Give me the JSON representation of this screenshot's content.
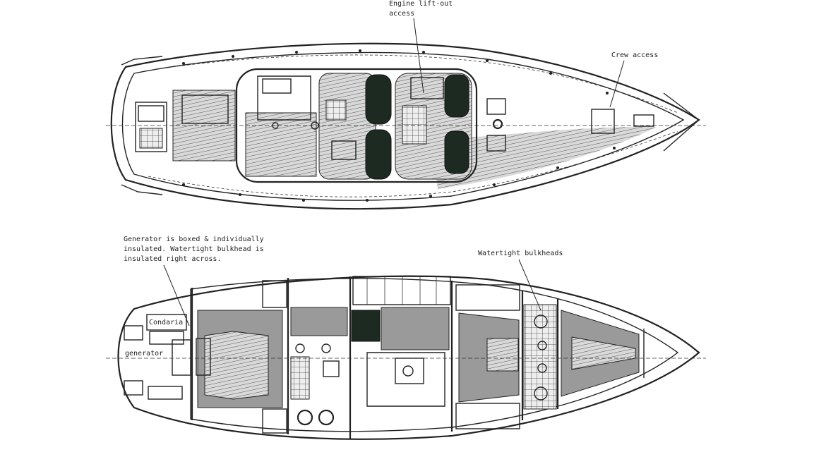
{
  "labels": {
    "engine_access_1": "Engine lift-out",
    "engine_access_2": "access",
    "crew_access": "Crew access",
    "generator_note_1": "Generator is boxed & individually",
    "generator_note_2": "insulated. Watertight bulkhead is",
    "generator_note_3": "insulated right across.",
    "watertight_bulkheads": "Watertight bulkheads",
    "condaria": "Condaria",
    "generator": "generator"
  },
  "colors": {
    "ink": "#222222",
    "window_dark": "#1d2a22",
    "sole_grey": "#9a9a9a",
    "background": "#ffffff"
  }
}
